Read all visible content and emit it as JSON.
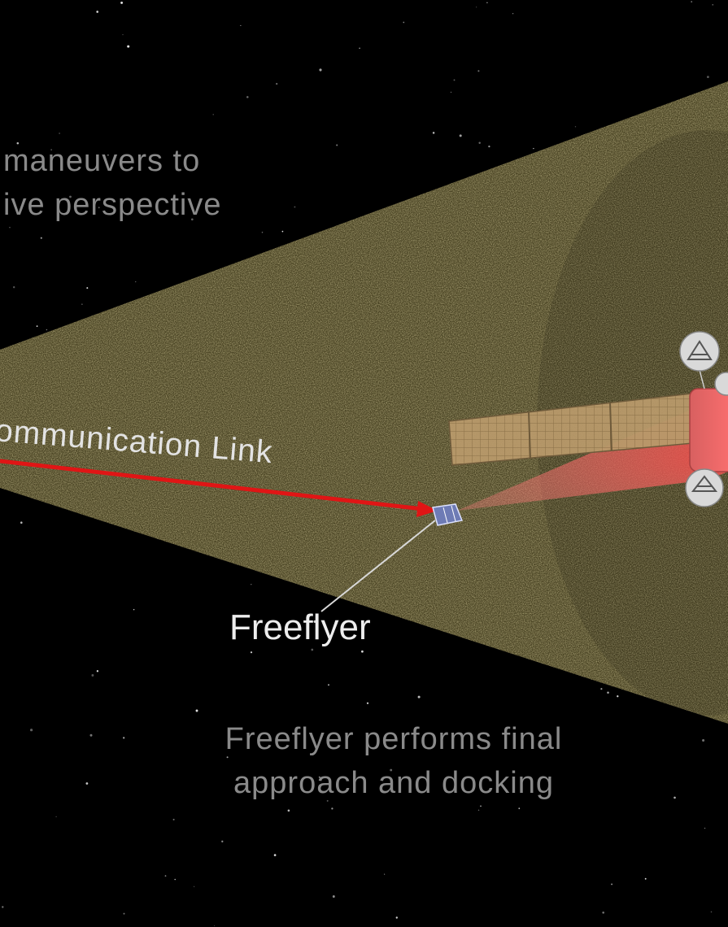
{
  "captions": {
    "top_line1": "maneuvers to",
    "top_line2": "ive perspective",
    "bottom_line1": "Freeflyer performs final",
    "bottom_line2": "approach and docking"
  },
  "labels": {
    "communication_link": "ommunication Link",
    "freeflyer": "Freeflyer"
  },
  "colors": {
    "background": "#000000",
    "cone": "#4a4424",
    "link_arrow": "#e01515",
    "beam": "#ff6a6a",
    "solar_panel": "#b59a6e"
  },
  "icons": [
    "starfield",
    "sensor-cone",
    "solar-panel",
    "spacecraft-body",
    "freeflyer-cubesat",
    "sensor-pod-icon"
  ]
}
